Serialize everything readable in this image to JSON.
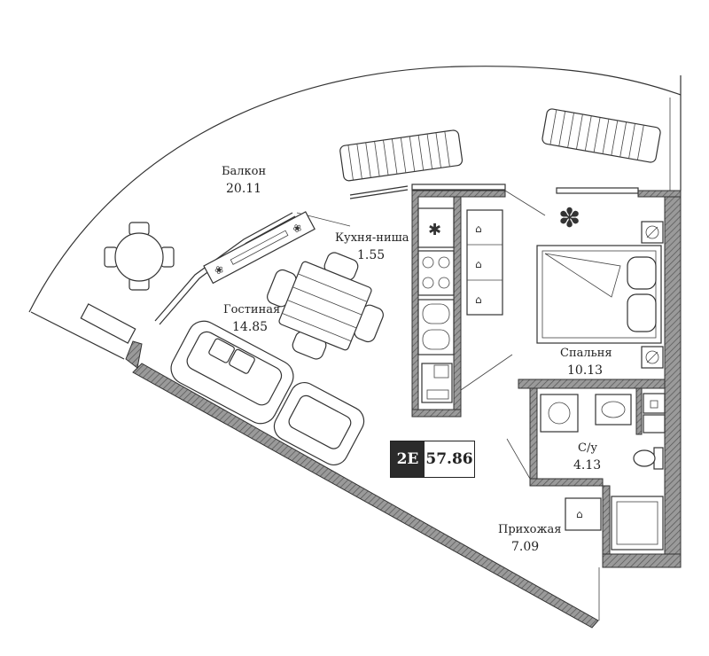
{
  "apartment": {
    "type_label": "2Е",
    "total_area": "57.86"
  },
  "rooms": [
    {
      "id": "balcony",
      "name": "Балкон",
      "area": "20.11"
    },
    {
      "id": "kitchen",
      "name": "Кухня-ниша",
      "area": "1.55"
    },
    {
      "id": "living",
      "name": "Гостиная",
      "area": "14.85"
    },
    {
      "id": "bedroom",
      "name": "Спальня",
      "area": "10.13"
    },
    {
      "id": "bathroom",
      "name": "С/у",
      "area": "4.13"
    },
    {
      "id": "hallway",
      "name": "Прихожая",
      "area": "7.09"
    }
  ],
  "colors": {
    "wall_fill": "#8a8a8a",
    "line": "#333333",
    "badge_dark": "#2b2b2b"
  },
  "icons": [
    "snowflake-icon",
    "hanger-icon",
    "stove-icon",
    "sink-icon",
    "toilet-icon",
    "shower-icon",
    "washer-icon",
    "bed-icon",
    "sofa-icon",
    "table-icon",
    "sun-lounger-icon"
  ]
}
